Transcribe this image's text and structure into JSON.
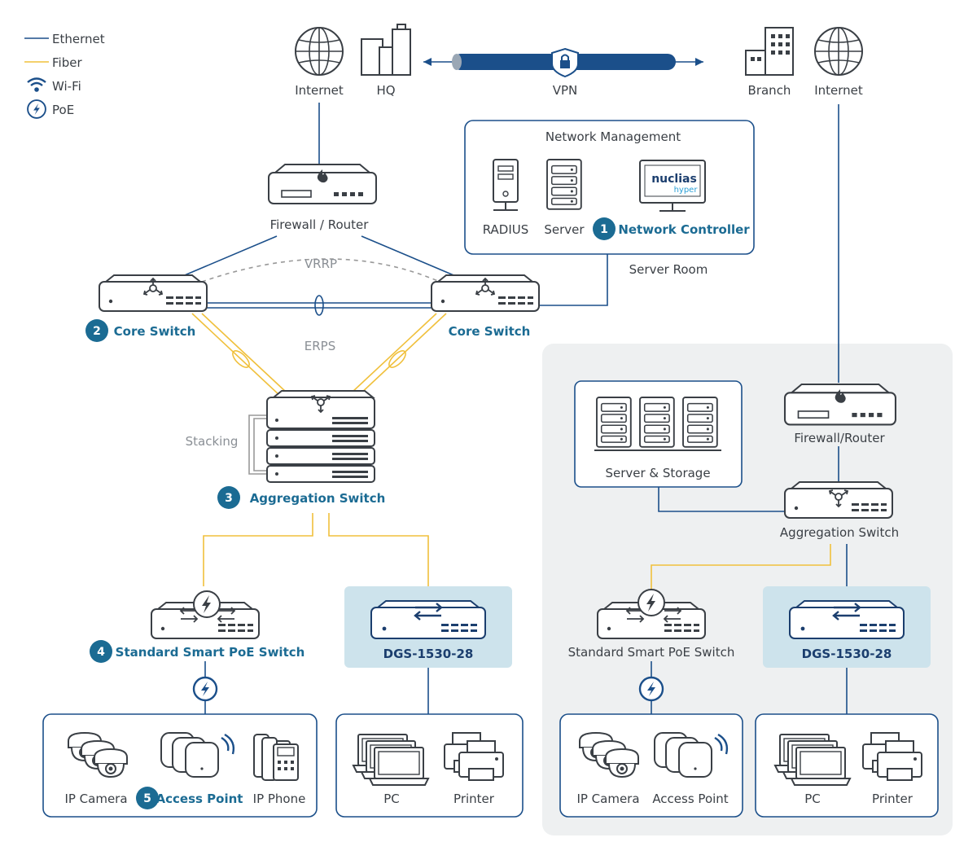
{
  "legend": {
    "ethernet": "Ethernet",
    "fiber": "Fiber",
    "wifi": "Wi-Fi",
    "poe": "PoE"
  },
  "top": {
    "internet_left": "Internet",
    "hq": "HQ",
    "vpn": "VPN",
    "branch": "Branch",
    "internet_right": "Internet"
  },
  "server_room": {
    "title": "Network Management",
    "radius": "RADIUS",
    "server": "Server",
    "controller_num": "1",
    "controller": "Network Controller",
    "caption": "Server Room",
    "nuclias_brand": "nuclias",
    "nuclias_sub": "hyper"
  },
  "hq_net": {
    "firewall": "Firewall / Router",
    "vrrp": "VRRP",
    "core_num": "2",
    "core_left": "Core Switch",
    "core_right": "Core Switch",
    "erps": "ERPS",
    "stacking": "Stacking",
    "agg_num": "3",
    "aggregation": "Aggregation Switch",
    "poe_num": "4",
    "poe_switch": "Standard Smart PoE Switch",
    "dgs": "DGS-1530-28",
    "ip_camera": "IP Camera",
    "ap_num": "5",
    "access_point": "Access Point",
    "ip_phone": "IP Phone",
    "pc": "PC",
    "printer": "Printer"
  },
  "branch_net": {
    "server_storage": "Server & Storage",
    "firewall": "Firewall/Router",
    "aggregation": "Aggregation Switch",
    "poe_switch": "Standard Smart PoE Switch",
    "dgs": "DGS-1530-28",
    "ip_camera": "IP Camera",
    "access_point": "Access Point",
    "pc": "PC",
    "printer": "Printer"
  },
  "colors": {
    "ethernet": "#1b4f8a",
    "fiber": "#f0c03c",
    "accent_blue": "#1b6b93",
    "branch_bg": "#eef0f1",
    "dgs_bg": "#cde3ec"
  }
}
